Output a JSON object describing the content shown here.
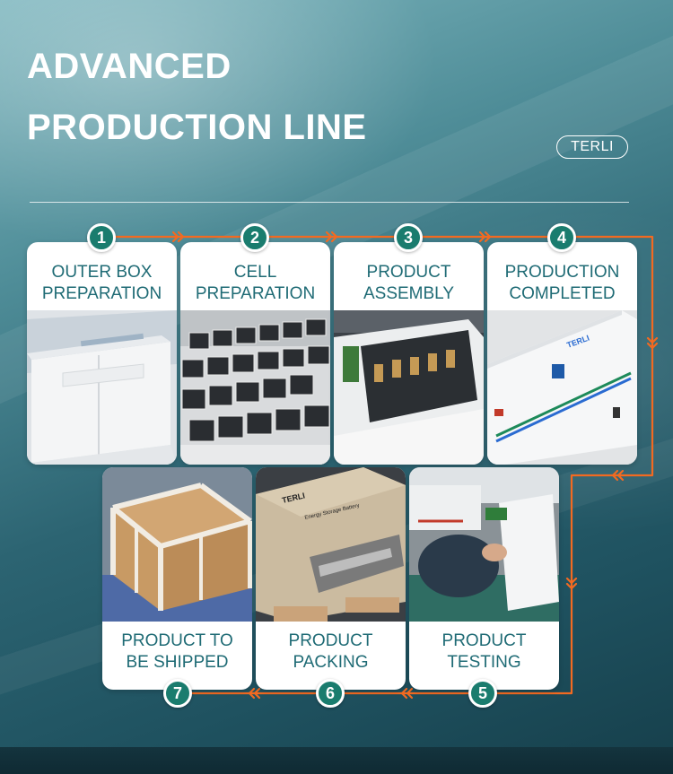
{
  "header": {
    "title_line1": "ADVANCED",
    "title_line2": "PRODUCTION LINE",
    "brand": "TERLI"
  },
  "colors": {
    "accent_orange": "#f26a21",
    "badge_green": "#1a7c6e",
    "label_text": "#1f6b75"
  },
  "steps": [
    {
      "number": "1",
      "label": "OUTER BOX PREPARATION"
    },
    {
      "number": "2",
      "label": "CELL PREPARATION"
    },
    {
      "number": "3",
      "label": "PRODUCT ASSEMBLY"
    },
    {
      "number": "4",
      "label": "PRODUCTION COMPLETED"
    },
    {
      "number": "5",
      "label": "PRODUCT TESTING"
    },
    {
      "number": "6",
      "label": "PRODUCT PACKING"
    },
    {
      "number": "7",
      "label": "PRODUCT TO BE SHIPPED"
    }
  ],
  "photos": {
    "step4_unit_brand": "TERLI",
    "step6_box_brand": "TERLI",
    "step6_box_text": "Energy Storage Battery"
  }
}
